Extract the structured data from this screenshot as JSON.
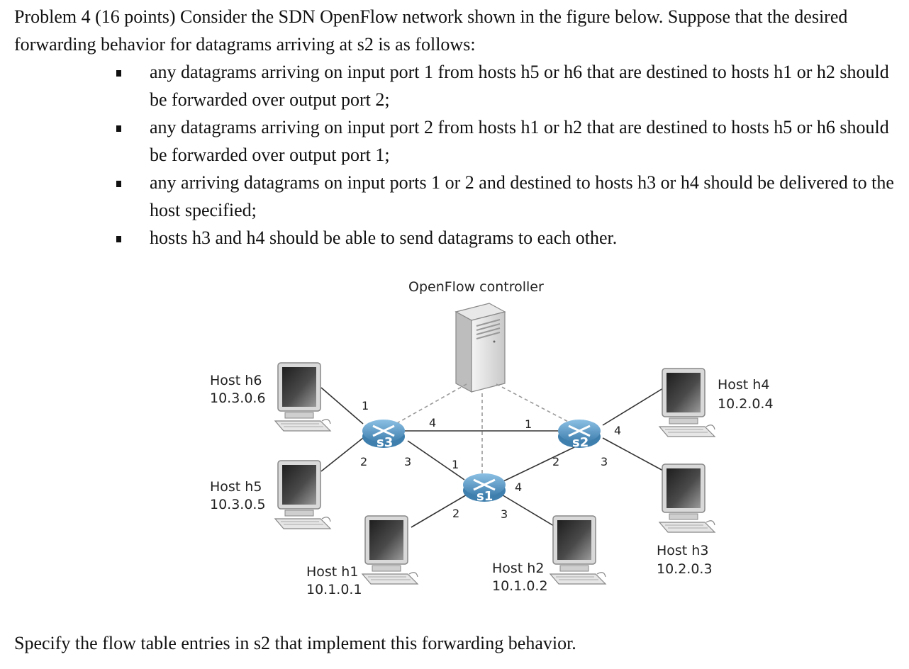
{
  "problem": {
    "intro": "Problem 4 (16 points) Consider the SDN OpenFlow network shown in the figure below. Suppose that the desired forwarding behavior for datagrams arriving at s2 is as follows:",
    "bullets": [
      "any datagrams arriving on input port 1 from hosts h5 or h6 that are destined to hosts h1 or h2 should be forwarded over output port 2;",
      "any datagrams arriving on input port 2 from hosts h1 or h2 that are destined to hosts h5 or h6 should be forwarded over output port 1;",
      "any arriving datagrams on input ports 1 or 2 and destined to hosts h3 or h4 should be delivered to the host specified;",
      "hosts h3 and h4 should be able to send datagrams to each other."
    ],
    "question": "Specify the flow table entries in s2 that implement this forwarding behavior."
  },
  "figure": {
    "controller_label": "OpenFlow controller",
    "switches": {
      "s1": "s1",
      "s2": "s2",
      "s3": "s3"
    },
    "hosts": {
      "h6": {
        "name": "Host h6",
        "ip": "10.3.0.6"
      },
      "h5": {
        "name": "Host h5",
        "ip": "10.3.0.5"
      },
      "h1": {
        "name": "Host h1",
        "ip": "10.1.0.1"
      },
      "h2": {
        "name": "Host h2",
        "ip": "10.1.0.2"
      },
      "h4": {
        "name": "Host h4",
        "ip": "10.2.0.4"
      },
      "h3": {
        "name": "Host h3",
        "ip": "10.2.0.3"
      }
    },
    "ports": {
      "s3": {
        "p1": "1",
        "p2": "2",
        "p3": "3",
        "p4": "4"
      },
      "s2": {
        "p1": "1",
        "p2": "2",
        "p3": "3",
        "p4": "4"
      },
      "s1": {
        "p1": "1",
        "p2": "2",
        "p3": "3",
        "p4": "4"
      }
    },
    "colors": {
      "switch": "#5b9bc9",
      "switch_dark": "#3f7fae",
      "screen": "#3c3c3c",
      "link": "#333333",
      "control_link": "#888888"
    }
  }
}
